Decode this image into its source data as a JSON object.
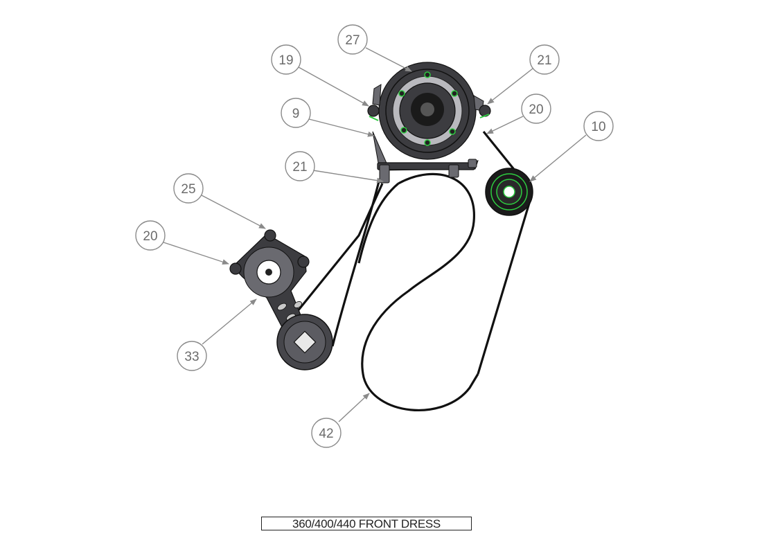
{
  "title": "360/400/440 FRONT DRESS",
  "balloons": [
    {
      "id": "27"
    },
    {
      "id": "19"
    },
    {
      "id": "21"
    },
    {
      "id": "9"
    },
    {
      "id": "20"
    },
    {
      "id": "10"
    },
    {
      "id": "21"
    },
    {
      "id": "25"
    },
    {
      "id": "20"
    },
    {
      "id": "33"
    },
    {
      "id": "42"
    }
  ],
  "colors": {
    "belt": "#111111",
    "highlight": "#2ecc40",
    "balloon": "#8a8a8a"
  }
}
